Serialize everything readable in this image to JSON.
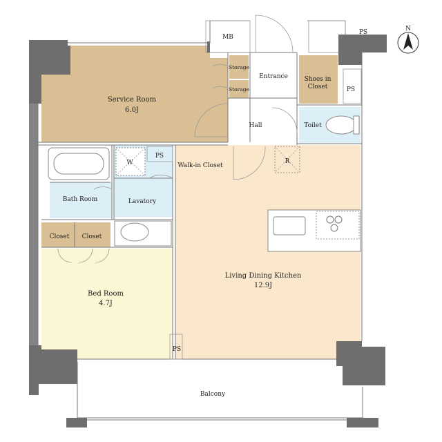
{
  "north_label": "N",
  "rooms": {
    "service_room": {
      "name": "Service Room",
      "size": "6.0J"
    },
    "storage_1": "Storage",
    "storage_2": "Storage",
    "entrance": "Entrance",
    "shoes_in_closet": [
      "Shoes in",
      "Closet"
    ],
    "mb": "MB",
    "ps_top": "PS",
    "ps_right": "PS",
    "ps_mid": "PS",
    "ps_bottom": "PS",
    "hall": "Hall",
    "toilet": "Toilet",
    "walk_in_closet": "Walk-in Closet",
    "washer": "W",
    "refrigerator": "R",
    "bath_room": "Bath Room",
    "lavatory": "Lavatory",
    "closet_1": "Closet",
    "closet_2": "Closet",
    "bed_room": {
      "name": "Bed Room",
      "size": "4.7J"
    },
    "ldk": {
      "name": "Living Dining Kitchen",
      "size": "12.9J"
    },
    "balcony": "Balcony"
  },
  "colors": {
    "service_room": "#d9bf93",
    "storage": "#d9bf93",
    "shoes_closet": "#d9bf93",
    "walk_in_closet": "#d9bf93",
    "closets": "#d9bf93",
    "ldk": "#fbe8cc",
    "bed_room": "#fbf7d5",
    "wet_area": "#dceef6",
    "walls": "#6e6e6e"
  }
}
